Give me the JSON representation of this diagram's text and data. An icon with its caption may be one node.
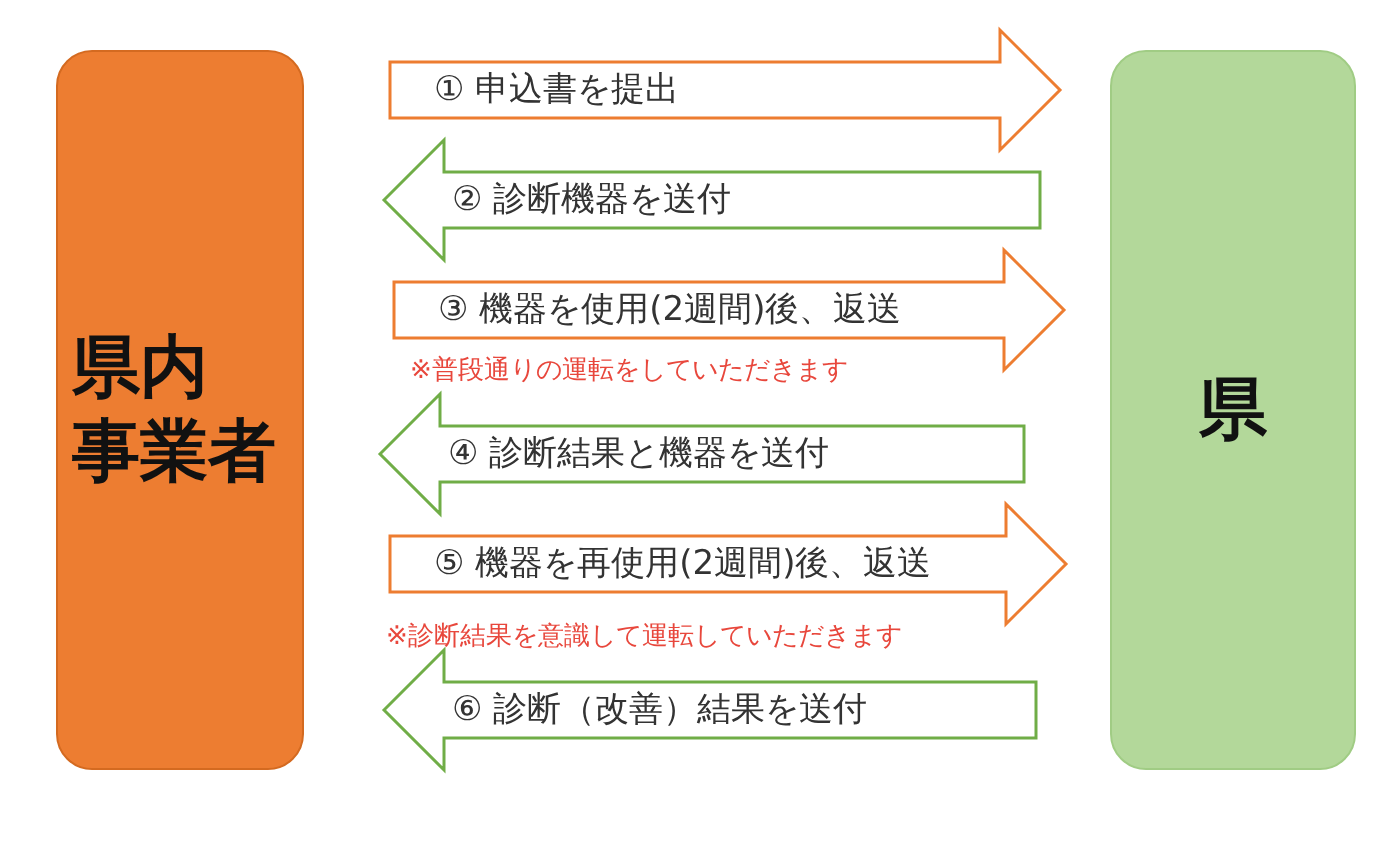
{
  "diagram": {
    "nodes": [
      {
        "text": [
          "県内事業者"
        ]
      },
      {
        "text": [
          "県"
        ]
      }
    ],
    "edges": [
      {
        "from": 0,
        "to": 1,
        "arrow": "to",
        "label": "① 申込書を提出",
        "color": "#ed7d31"
      },
      {
        "from": 1,
        "to": 0,
        "arrow": "to",
        "label": "② 診断機器を送付",
        "color": "#70ad47"
      },
      {
        "from": 0,
        "to": 1,
        "arrow": "to",
        "label": "③ 機器を使用(2週間)後、返送",
        "color": "#ed7d31"
      },
      {
        "from": 1,
        "to": 0,
        "arrow": "to",
        "label": "④ 診断結果と機器を送付",
        "color": "#70ad47"
      },
      {
        "from": 0,
        "to": 1,
        "arrow": "to",
        "label": "⑤ 機器を再使用(2週間)後、返送",
        "color": "#ed7d31"
      },
      {
        "from": 1,
        "to": 0,
        "arrow": "to",
        "label": "⑥ 診断（改善）結果を送付",
        "color": "#70ad47"
      }
    ],
    "labels": [
      "※普段通りの運転をしていただきます",
      "※診断結果を意識して運転していただきます"
    ]
  }
}
